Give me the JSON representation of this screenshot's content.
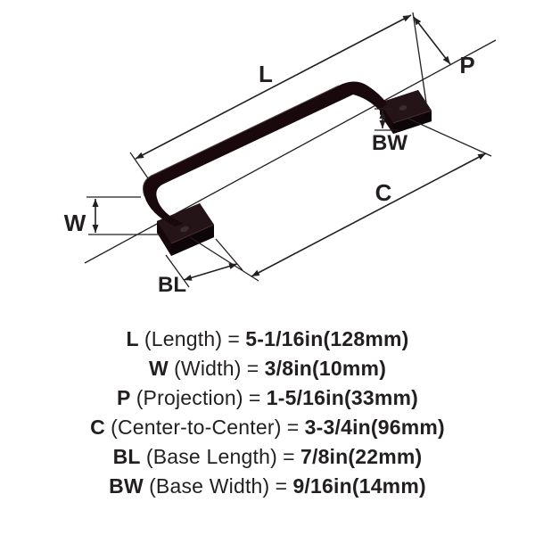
{
  "diagram": {
    "labels": {
      "L": "L",
      "P": "P",
      "BW": "BW",
      "C": "C",
      "W": "W",
      "BL": "BL"
    }
  },
  "specs": [
    {
      "letter": "L",
      "name": "(Length)",
      "eq": "=",
      "value": "5-1/16in",
      "metric": "(128mm)"
    },
    {
      "letter": "W",
      "name": "(Width)",
      "eq": "=",
      "value": "3/8in",
      "metric": "(10mm)"
    },
    {
      "letter": "P",
      "name": "(Projection)",
      "eq": "=",
      "value": "1-5/16in",
      "metric": "(33mm)"
    },
    {
      "letter": "C",
      "name": "(Center-to-Center)",
      "eq": "=",
      "value": "3-3/4in",
      "metric": "(96mm)"
    },
    {
      "letter": "BL",
      "name": "(Base Length)",
      "eq": "=",
      "value": "7/8in",
      "metric": "(22mm)"
    },
    {
      "letter": "BW",
      "name": "(Base Width)",
      "eq": "=",
      "value": "9/16in",
      "metric": "(14mm)"
    }
  ],
  "colors": {
    "ink": "#231f20",
    "handle_dark": "#16080a",
    "handle_face": "#241418",
    "bronze_highlight": "#6a4a3a"
  }
}
